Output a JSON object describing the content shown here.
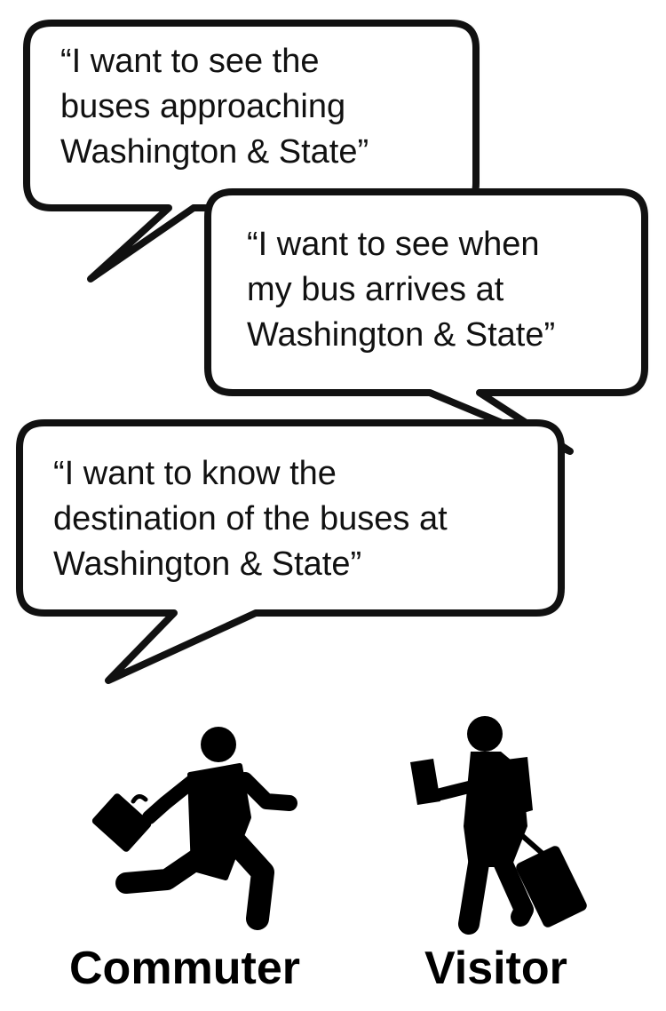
{
  "bubbles": [
    {
      "id": "bubble-1",
      "lines": [
        "“I want to see the",
        "buses approaching",
        "Washington & State”"
      ]
    },
    {
      "id": "bubble-2",
      "lines": [
        "“I want to see when",
        "my bus arrives at",
        "Washington & State”"
      ]
    },
    {
      "id": "bubble-3",
      "lines": [
        "“I want to know the",
        "destination of the buses at",
        "Washington & State”"
      ]
    }
  ],
  "personas": [
    {
      "label": "Commuter",
      "icon": "commuter-icon"
    },
    {
      "label": "Visitor",
      "icon": "visitor-icon"
    }
  ],
  "colors": {
    "bubble_fill": "#ffffff",
    "bubble_stroke": "#111111",
    "silhouette": "#000000",
    "text": "#111111"
  }
}
